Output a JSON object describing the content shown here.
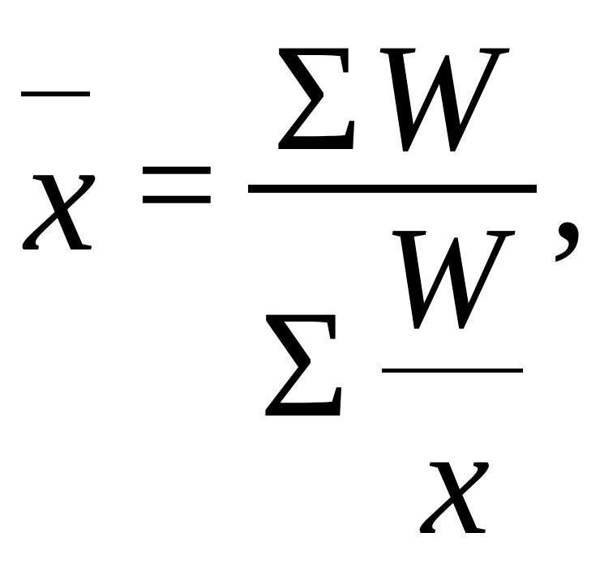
{
  "formula": {
    "lhs": {
      "variable": "x",
      "overline": true
    },
    "equals": "=",
    "fraction": {
      "numerator": {
        "sum_symbol": "Σ",
        "variable": "W"
      },
      "denominator": {
        "sum_symbol": "Σ",
        "inner_fraction": {
          "numerator": "W",
          "denominator": "x"
        }
      }
    },
    "trailing_punctuation": ","
  }
}
